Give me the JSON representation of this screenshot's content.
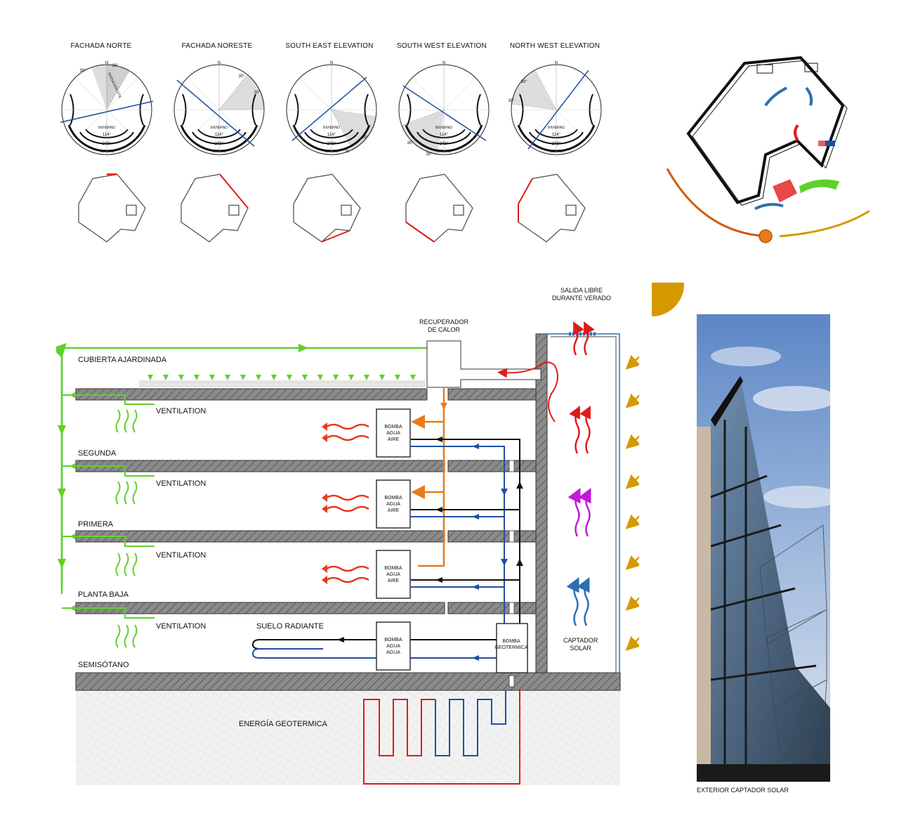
{
  "elevations": [
    {
      "title": "FACHADA NORTE",
      "angles": [
        "30°",
        "30°"
      ],
      "text": "RADIACIÓN ÚTIL"
    },
    {
      "title": "FACHADA NORESTE",
      "angles": [
        "30°",
        "30°"
      ]
    },
    {
      "title": "SOUTH EAST ELEVATION",
      "angles": [
        "30°",
        "30°"
      ]
    },
    {
      "title": "SOUTH WEST ELEVATION",
      "angles": [
        "30°",
        "30°"
      ]
    },
    {
      "title": "NORTH WEST ELEVATION",
      "angles": [
        "30°",
        "30°"
      ]
    }
  ],
  "compass": {
    "north": "N",
    "winter": "INVIERNO",
    "summer": "VERANO",
    "deg_winter": "114°",
    "deg_summer": "246°"
  },
  "section": {
    "roof": "CUBIERTA AJARDINADA",
    "floors": [
      "SEGUNDA",
      "PRIMERA",
      "PLANTA BAJA",
      "SEMISÓTANO"
    ],
    "ventilation": "VENTILATION",
    "heat_recovery": [
      "RECUPERADOR",
      "DE CALOR"
    ],
    "free_exit": [
      "SALIDA LIBRE",
      "DURANTE VERADO"
    ],
    "pump_air": [
      "BOMBA",
      "AGUA",
      "AIRE"
    ],
    "pump_water": [
      "BOMBA",
      "AGUA",
      "AGUA"
    ],
    "pump_geo": [
      "BOMBA",
      "GEOTERMICA"
    ],
    "radiant_floor": "SUELO RADIANTE",
    "solar_collector": [
      "CAPTADOR",
      "SOLAR"
    ],
    "geothermal": "ENERGÍA GEOTERMICA"
  },
  "photo_caption": "EXTERIOR CAPTADOR SOLAR",
  "colors": {
    "green": "#5fd12a",
    "orange": "#e87b1c",
    "red": "#e01b1b",
    "blue": "#1f4fa3",
    "purple": "#c21ad6",
    "steelblue": "#2e6fb0",
    "gold": "#d49a00",
    "slab": "#7a7a7a"
  }
}
